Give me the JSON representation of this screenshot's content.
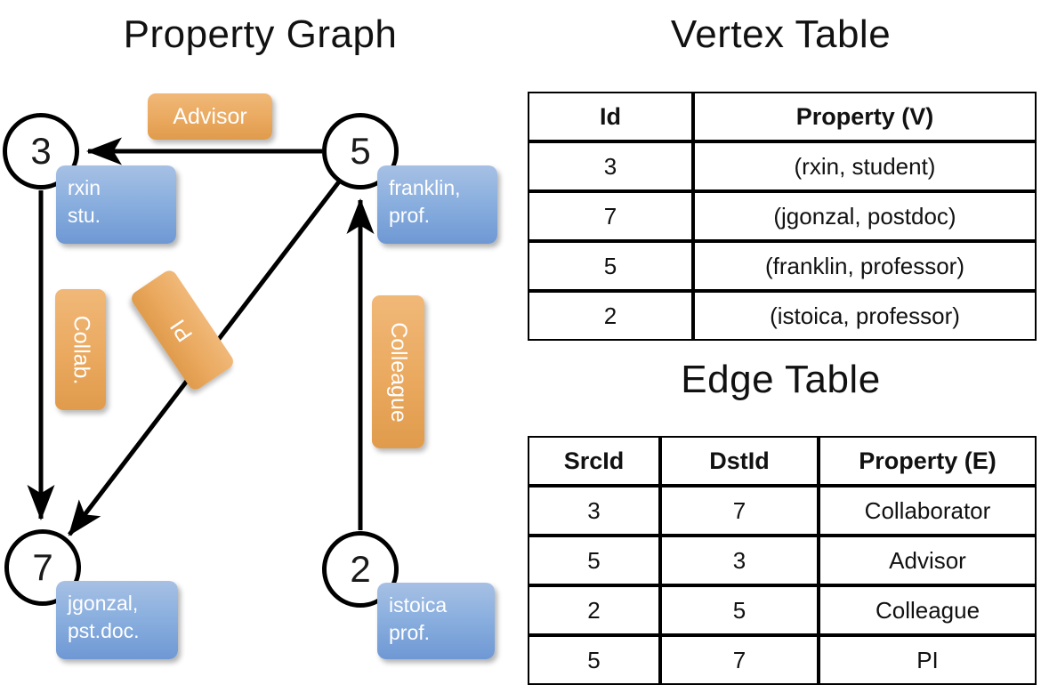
{
  "titles": {
    "property_graph": "Property Graph",
    "vertex_table": "Vertex Table",
    "edge_table": "Edge Table"
  },
  "colors": {
    "vertex_property_fill": "#d3deef",
    "edge_property_fill": "#f5dec4",
    "node_property_box": "#8bb0df",
    "edge_label_box": "#eaa95f",
    "stroke": "#000000"
  },
  "graph": {
    "nodes": [
      {
        "id": "3",
        "property": "rxin\nstu."
      },
      {
        "id": "5",
        "property": "franklin,\nprof."
      },
      {
        "id": "7",
        "property": "jgonzal,\npst.doc."
      },
      {
        "id": "2",
        "property": "istoica\nprof."
      }
    ],
    "node_labels": {
      "n3": "3",
      "n5": "5",
      "n7": "7",
      "n2": "2"
    },
    "node_properties": {
      "rxin_line1": "rxin",
      "rxin_line2": "stu.",
      "franklin_line1": "franklin,",
      "franklin_line2": "prof.",
      "jgonzal_line1": "jgonzal,",
      "jgonzal_line2": "pst.doc.",
      "istoica_line1": "istoica",
      "istoica_line2": "prof."
    },
    "edge_labels": {
      "advisor": "Advisor",
      "collab": "Collab.",
      "pi": "PI",
      "colleague": "Colleague"
    },
    "edges": [
      {
        "src": "5",
        "dst": "3",
        "label": "Advisor"
      },
      {
        "src": "3",
        "dst": "7",
        "label": "Collab."
      },
      {
        "src": "5",
        "dst": "7",
        "label": "PI"
      },
      {
        "src": "2",
        "dst": "5",
        "label": "Colleague"
      }
    ]
  },
  "vertex_table": {
    "headers": [
      "Id",
      "Property (V)"
    ],
    "rows": [
      {
        "id": "3",
        "property": "(rxin, student)"
      },
      {
        "id": "7",
        "property": "(jgonzal, postdoc)"
      },
      {
        "id": "5",
        "property": "(franklin, professor)"
      },
      {
        "id": "2",
        "property": "(istoica, professor)"
      }
    ]
  },
  "edge_table": {
    "headers": [
      "SrcId",
      "DstId",
      "Property (E)"
    ],
    "rows": [
      {
        "src": "3",
        "dst": "7",
        "property": "Collaborator"
      },
      {
        "src": "5",
        "dst": "3",
        "property": "Advisor"
      },
      {
        "src": "2",
        "dst": "5",
        "property": "Colleague"
      },
      {
        "src": "5",
        "dst": "7",
        "property": "PI"
      }
    ]
  }
}
